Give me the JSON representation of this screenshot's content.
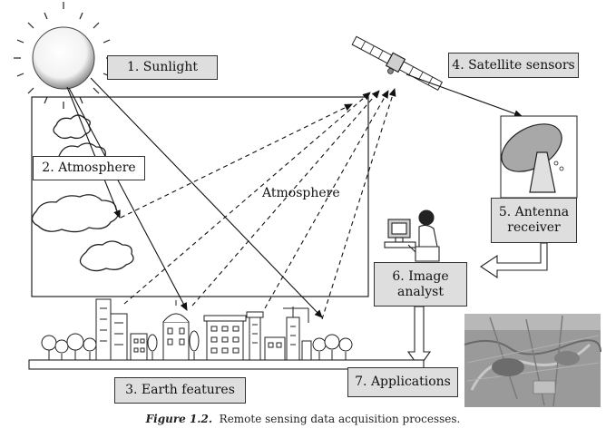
{
  "labels": {
    "sunlight": "1. Sunlight",
    "atmosphere_box": "2. Atmosphere",
    "atmosphere_text": "Atmosphere",
    "earth_features": "3. Earth features",
    "satellite_sensors": "4. Satellite sensors",
    "antenna_receiver": "5. Antenna\nreceiver",
    "image_analyst": "6. Image\nanalyst",
    "applications": "7. Applications"
  },
  "caption": {
    "figure_label": "Figure 1.2.",
    "text": "Remote sensing data acquisition processes."
  },
  "colors": {
    "label_fill": "#dedede",
    "ink": "#111111",
    "dish": "#a8a8a8",
    "map": "#9a9a9a"
  },
  "icons": [
    "sun-icon",
    "satellite-icon",
    "cloud-icon",
    "antenna-dish-icon",
    "analyst-workstation-icon",
    "map-image",
    "earth-features-illustration"
  ]
}
